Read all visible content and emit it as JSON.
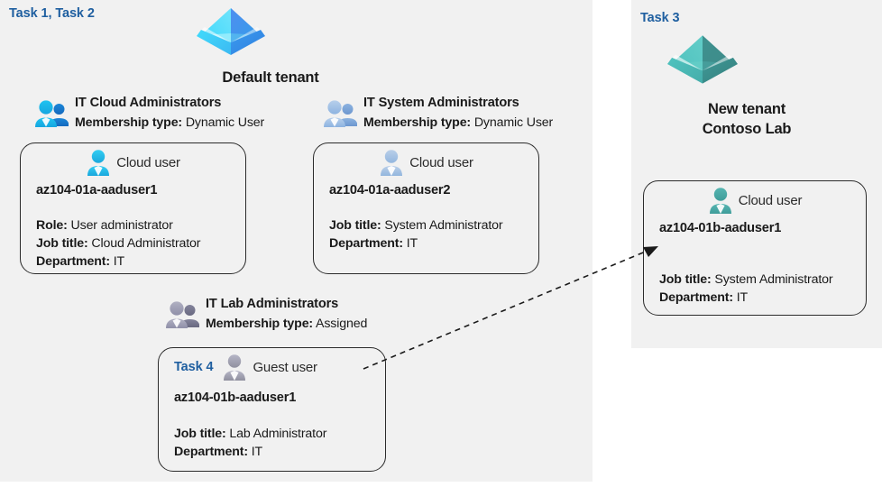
{
  "panels": {
    "left": {
      "task_tag": "Task 1, Task 2"
    },
    "right": {
      "task_tag": "Task 3"
    }
  },
  "tenants": [
    {
      "id": "default-tenant",
      "name": "Default tenant",
      "icon": "azure-ad-tenant-icon",
      "color": "#3fa9f5"
    },
    {
      "id": "new-tenant",
      "name_line1": "New  tenant",
      "name_line2": "Contoso Lab",
      "icon": "azure-ad-tenant-icon",
      "color": "#49a8a8"
    }
  ],
  "groups": [
    {
      "id": "it-cloud-administrators",
      "name": "IT Cloud Administrators",
      "membership_label": "Membership type:",
      "membership_value": "Dynamic User",
      "icon": "group-users-icon",
      "color": "#22b2e8"
    },
    {
      "id": "it-system-administrators",
      "name": "IT System Administrators",
      "membership_label": "Membership type:",
      "membership_value": "Dynamic User",
      "icon": "group-users-icon",
      "color": "#9fc0e8"
    },
    {
      "id": "it-lab-administrators",
      "name": "IT Lab Administrators",
      "membership_label": "Membership type:",
      "membership_value": "Assigned",
      "icon": "group-users-icon",
      "color": "#9b9bb0"
    }
  ],
  "users": [
    {
      "id": "az104-01a-aaduser1",
      "task_tag": "",
      "user_type": "Cloud user",
      "icon": "cloud-user-icon",
      "color": "#2bc4ef",
      "name": "az104-01a-aaduser1",
      "attrs": [
        {
          "label": "Role:",
          "value": "User administrator"
        },
        {
          "label": "Job title:",
          "value": "Cloud Administrator"
        },
        {
          "label": "Department:",
          "value": "IT"
        }
      ]
    },
    {
      "id": "az104-01a-aaduser2",
      "task_tag": "",
      "user_type": "Cloud user",
      "icon": "cloud-user-icon",
      "color": "#a8c4e6",
      "name": "az104-01a-aaduser2",
      "attrs": [
        {
          "label": "Job title:",
          "value": "System Administrator"
        },
        {
          "label": "Department:",
          "value": "IT"
        }
      ]
    },
    {
      "id": "az104-01b-aaduser1-guest",
      "task_tag": "Task 4",
      "user_type": "Guest user",
      "icon": "guest-user-icon",
      "color": "#a3a3b5",
      "name": "az104-01b-aaduser1",
      "attrs": [
        {
          "label": "Job title:",
          "value": "Lab Administrator"
        },
        {
          "label": "Department:",
          "value": "IT"
        }
      ]
    },
    {
      "id": "az104-01b-aaduser1-cloud",
      "task_tag": "",
      "user_type": "Cloud user",
      "icon": "cloud-user-icon",
      "color": "#4aa9a6",
      "name": "az104-01b-aaduser1",
      "attrs": [
        {
          "label": "Job title:",
          "value": "System Administrator"
        },
        {
          "label": "Department:",
          "value": "IT"
        }
      ]
    }
  ],
  "connector": {
    "id": "guest-to-cloud-user-arrow",
    "style": "dashed",
    "color": "#1a1a1a"
  }
}
